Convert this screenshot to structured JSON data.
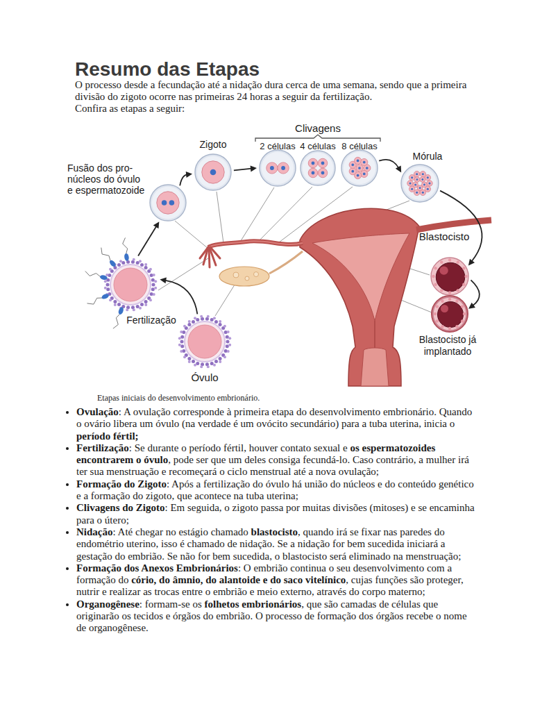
{
  "diagram": {
    "title": "Resumo das Etapas",
    "caption": "Etapas iniciais do desenvolvimento embrionário.",
    "nodes": [
      {
        "text": [
          "Zigoto"
        ]
      },
      {
        "text": [
          "2 células"
        ]
      },
      {
        "text": [
          "4 células"
        ]
      },
      {
        "text": [
          "8 células"
        ]
      },
      {
        "text": [
          "Mórula"
        ]
      },
      {
        "text": [
          "Fusão dos pro-núcleos do óvulo e espermatozoide"
        ]
      },
      {
        "text": [
          "Blastocisto"
        ]
      },
      {
        "text": [
          "Fertilização"
        ]
      },
      {
        "text": [
          "Blastocisto já implantado"
        ]
      },
      {
        "text": [
          "Óvulo"
        ]
      }
    ],
    "edges": [
      {
        "from": 9,
        "to": 7,
        "arrow": "to"
      },
      {
        "from": 7,
        "to": 5,
        "arrow": "to"
      },
      {
        "from": 5,
        "to": 0,
        "arrow": "to"
      },
      {
        "from": 0,
        "to": 1,
        "arrow": "to"
      },
      {
        "from": 3,
        "to": 4,
        "arrow": "to"
      },
      {
        "from": 4,
        "to": 6,
        "arrow": "to"
      },
      {
        "from": 6,
        "to": 8,
        "arrow": "to"
      }
    ],
    "labels": [
      "O processo desde a fecundação até a nidação dura cerca de uma semana, sendo que a primeira divisão do zigoto ocorre nas primeiras 24 horas a seguir da fertilização.",
      "Confira as etapas a seguir:",
      "Clivagens",
      "Ovulação",
      ": A ovulação corresponde à primeira etapa do desenvolvimento embrionário. Quando o ovário libera um óvulo (na verdade é um ovócito secundário) para a tuba uterina, inicia o ",
      "período fértil;",
      "Fertilização",
      ": Se durante o período fértil, houver contato sexual e ",
      "os espermatozoides encontrarem o óvulo",
      ", pode ser que um deles consiga fecundá-lo. Caso contrário, a mulher irá ter sua menstruação e recomeçará o ciclo menstrual até a nova ovulação;",
      "Formação do Zigoto",
      ": Após a fertilização do óvulo há união do núcleos e do conteúdo genético e a formação do zigoto, que acontece na tuba uterina;",
      "Clivagens do Zigoto",
      ": Em seguida, o zigoto passa por muitas divisões (mitoses) e se encaminha para o útero;",
      "Nidação",
      ": Até chegar no estágio chamado ",
      "blastocisto",
      ", quando irá se fixar nas paredes do endométrio uterino, isso é chamado de nidação. Se a nidação for bem sucedida iniciará a gestação do embrião. Se não for bem sucedida, o blastocisto será eliminado na menstruação;",
      "Formação dos Anexos Embrionários",
      ": O embrião continua o seu desenvolvimento com a formação do ",
      "cório, do âmnio, do alantoide e do saco vitelínico",
      ", cujas funções são proteger, nutrir e realizar as trocas entre o embrião e meio externo, através do corpo materno;",
      "Organogênese",
      ": formam-se os ",
      "folhetos embrionários",
      ", que são camadas de células que originarão os tecidos e órgãos do embrião. O processo de formação dos órgãos recebe o nome de organogênese."
    ]
  }
}
